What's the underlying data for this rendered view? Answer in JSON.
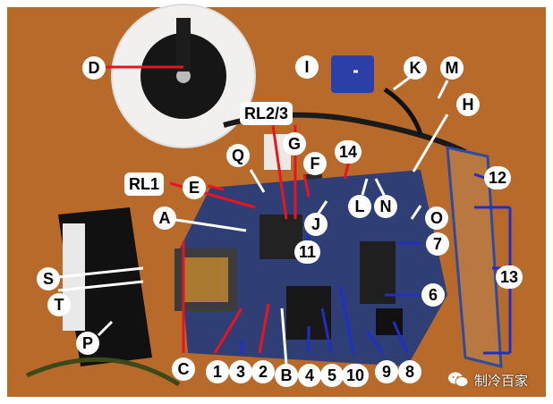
{
  "labels": {
    "D": "D",
    "I": "I",
    "K": "K",
    "M": "M",
    "H": "H",
    "RL23": "RL2/3",
    "G": "G",
    "Q": "Q",
    "F": "F",
    "n14": "14",
    "RL1": "RL1",
    "E": "E",
    "L": "L",
    "N": "N",
    "A": "A",
    "J": "J",
    "O": "O",
    "n12": "12",
    "n7": "7",
    "n11": "11",
    "S": "S",
    "T": "T",
    "n13": "13",
    "n6": "6",
    "P": "P",
    "C": "C",
    "n1": "1",
    "n3": "3",
    "n2": "2",
    "B": "B",
    "n4": "4",
    "n5": "5",
    "n10": "10",
    "n9": "9",
    "n8": "8"
  },
  "watermark": {
    "text": "制冷百家",
    "icon": "wechat-icon"
  },
  "colors": {
    "background": "#b86a2b",
    "board": "#2f3f76",
    "leader_red": "#e8141e",
    "leader_white": "#ffffff",
    "leader_blue": "#1f2fc8"
  }
}
